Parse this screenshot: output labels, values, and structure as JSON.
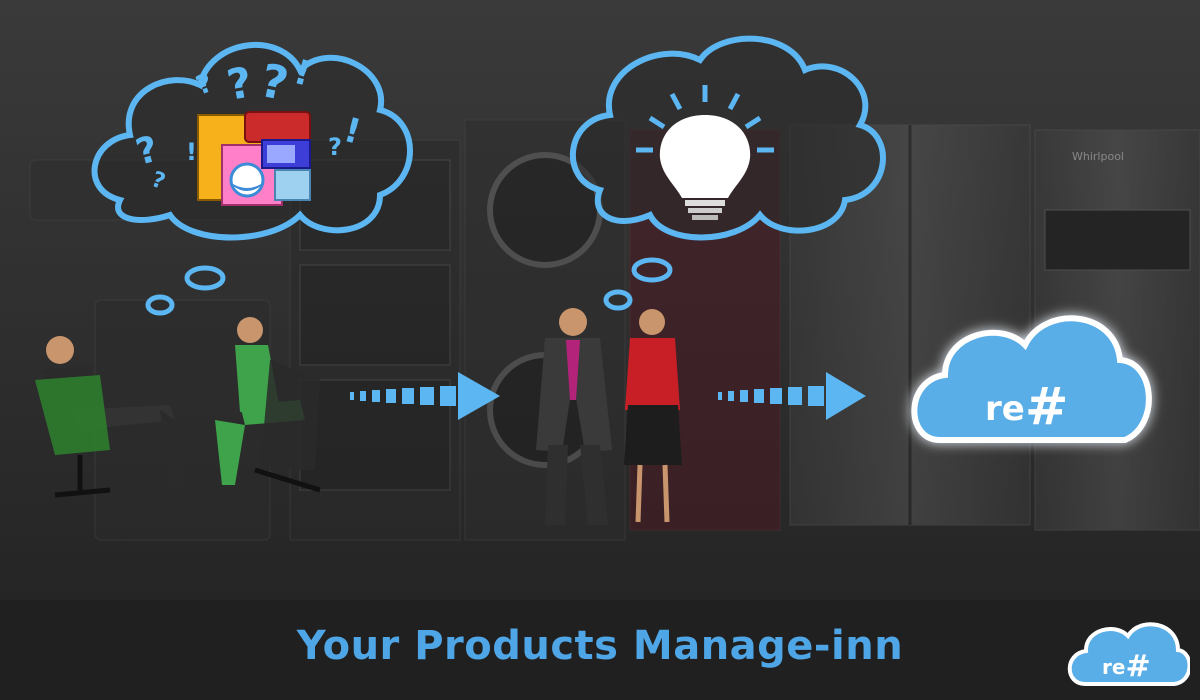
{
  "tagline": "Your Products Manage-inn",
  "brand": {
    "logo_text": "re#",
    "logo_text_prefix": "re",
    "logo_text_symbol": "#",
    "appliance_brand": "Whirlpool"
  },
  "thought_marks": [
    "?",
    "?",
    "!",
    "?",
    "!",
    "?",
    "?",
    "!",
    "?"
  ],
  "colors": {
    "accent_blue": "#4fa6e6",
    "cloud_fill": "#5aaee8",
    "background_dark": "#1b1b1b",
    "footer": "#202020"
  },
  "icons": [
    "thought-cloud-icon",
    "question-mark-icon",
    "lightbulb-icon",
    "arrow-right-icon",
    "cloud-logo-icon"
  ]
}
